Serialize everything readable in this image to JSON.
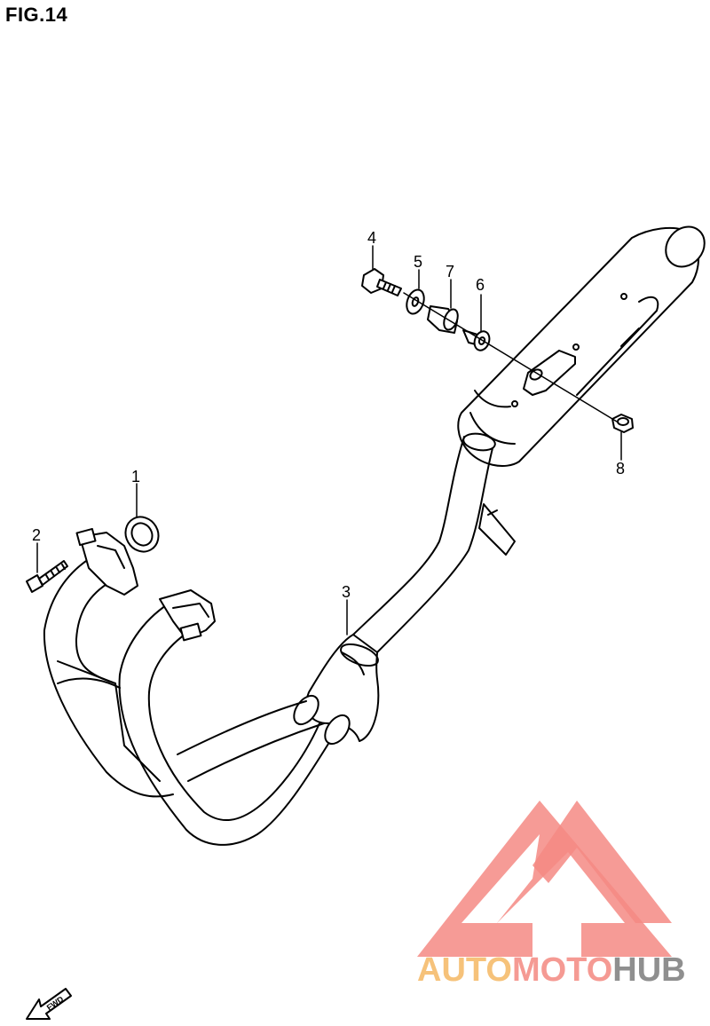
{
  "figure": {
    "title": "FIG.14"
  },
  "callouts": [
    {
      "id": "1",
      "label": "1"
    },
    {
      "id": "2",
      "label": "2"
    },
    {
      "id": "3",
      "label": "3"
    },
    {
      "id": "4",
      "label": "4"
    },
    {
      "id": "5",
      "label": "5"
    },
    {
      "id": "6",
      "label": "6"
    },
    {
      "id": "7",
      "label": "7"
    },
    {
      "id": "8",
      "label": "8"
    }
  ],
  "fwd_label": "FWD",
  "watermark": {
    "part1": "AUTO",
    "part2": "MOTO",
    "part3": "HUB",
    "colors": {
      "auto": "#f6c27a",
      "moto": "#f59a93",
      "hub": "#8f8f8f",
      "logo": "#f58a84"
    }
  }
}
